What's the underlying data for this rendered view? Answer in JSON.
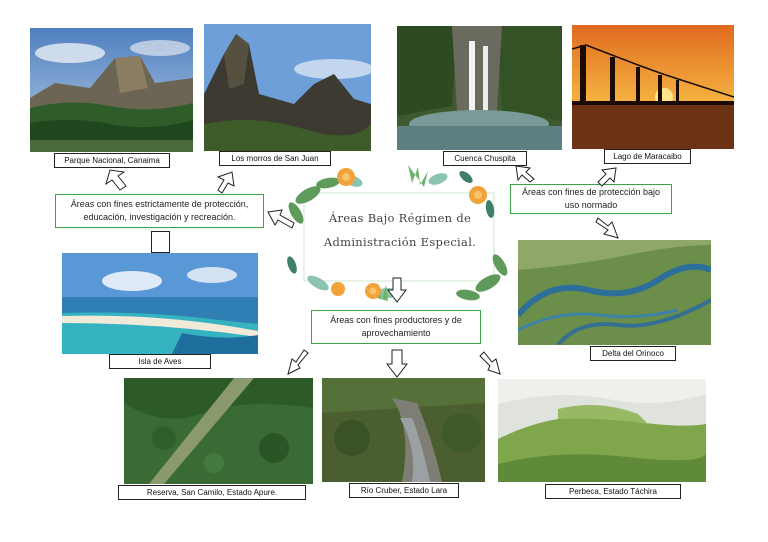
{
  "center": {
    "title_line1": "Áreas Bajo Régimen de",
    "title_line2": "Administración Especial."
  },
  "categories": {
    "strict": "Áreas con fines estrictamente de protección, educación, investigación y recreación.",
    "normed": "Áreas con fines de protección bajo uso normado",
    "productive": "Áreas con fines productores y de aprovechamiento"
  },
  "captions": {
    "canaima": "Parque Nacional, Canaima",
    "morros": "Los morros de San Juan",
    "chuspita": "Cuenca Chuspita",
    "maracaibo": "Lago de Maracaibo",
    "aves": "Isla de Aves",
    "orinoco": "Delta del Orinoco",
    "reserva": "Reserva, San Camilo, Estado Apure.",
    "cruber": "Río Cruber, Estado Lara",
    "perbeca": "Perbeca, Estado Táchira"
  }
}
